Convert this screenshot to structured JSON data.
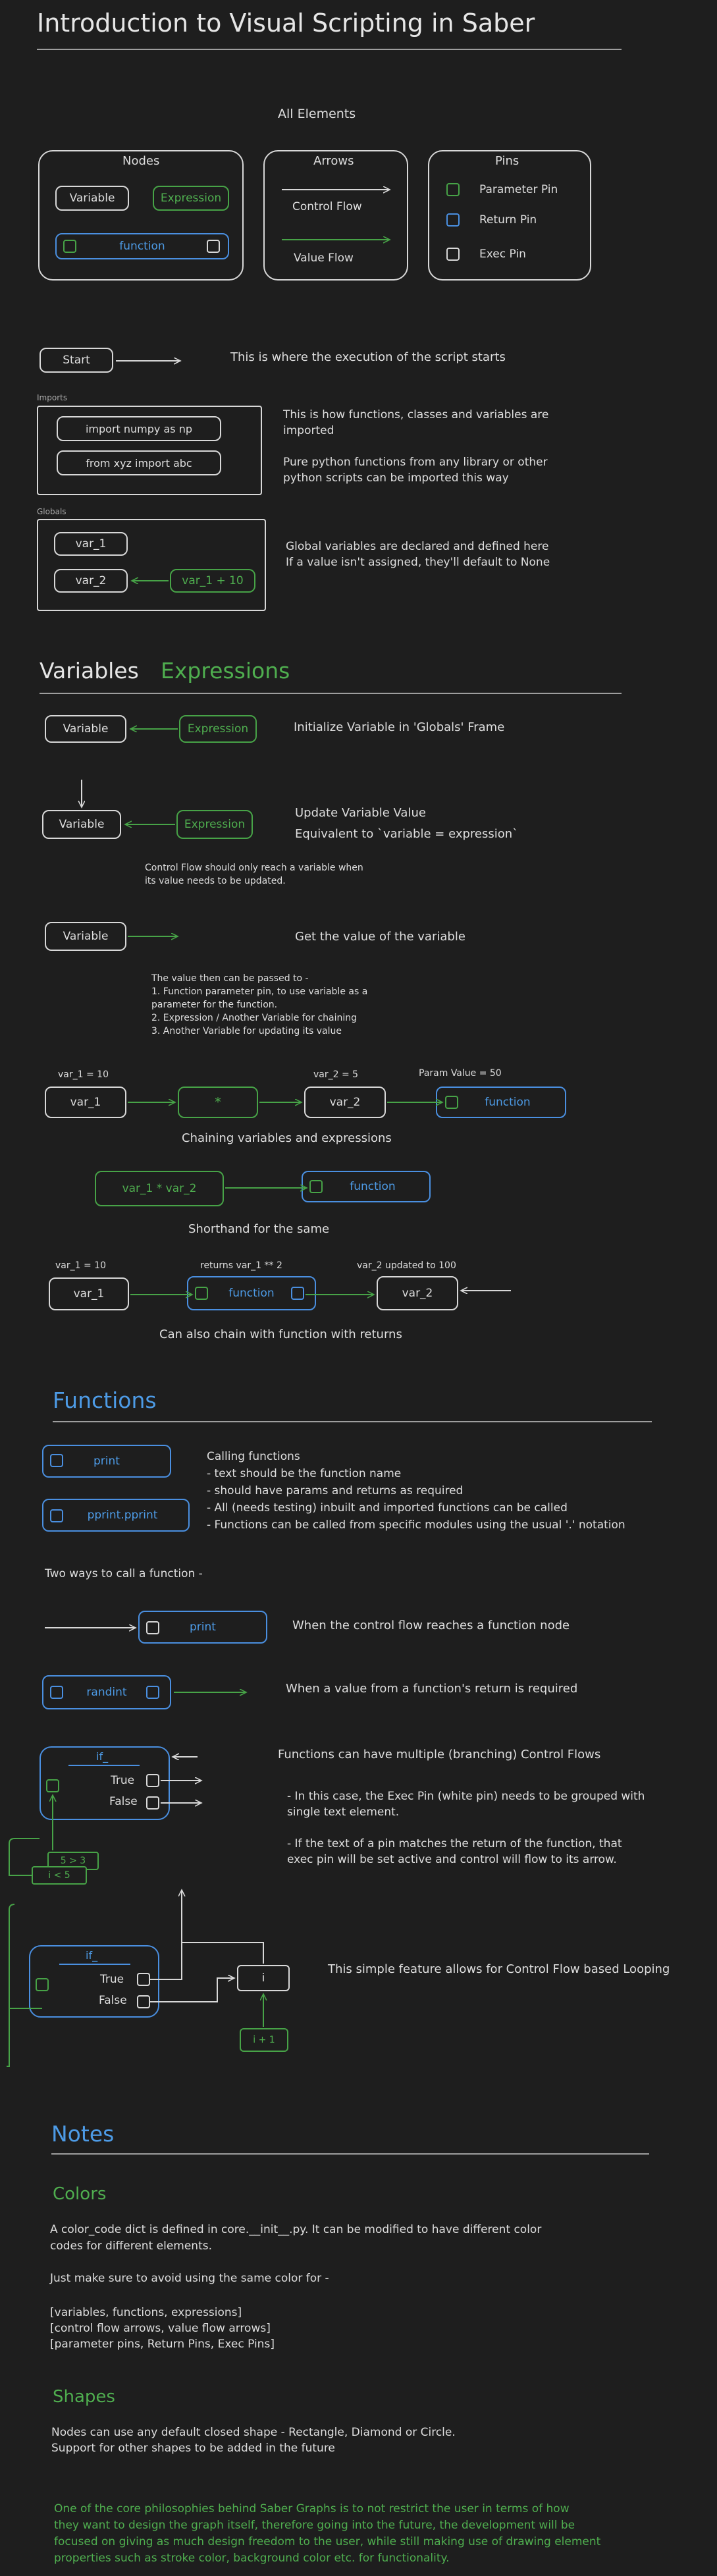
{
  "title": "Introduction to Visual Scripting in Saber",
  "all_elements": {
    "heading": "All Elements",
    "nodes_title": "Nodes",
    "variable": "Variable",
    "expression": "Expression",
    "function": "function",
    "arrows_title": "Arrows",
    "control_flow": "Control Flow",
    "value_flow": "Value Flow",
    "pins_title": "Pins",
    "parameter_pin": "Parameter Pin",
    "return_pin": "Return Pin",
    "exec_pin": "Exec Pin"
  },
  "start": {
    "label": "Start",
    "desc": "This is where the execution of the script starts"
  },
  "imports": {
    "frame_label": "Imports",
    "line1": "import numpy as np",
    "line2": "from xyz import abc",
    "desc1a": "This is how functions, classes and variables are",
    "desc1b": "imported",
    "desc2a": "Pure python functions from any library or other",
    "desc2b": "python scripts can be imported this way"
  },
  "globals": {
    "frame_label": "Globals",
    "var1": "var_1",
    "var2": "var_2",
    "expr": "var_1 + 10",
    "desc1": "Global variables are declared and defined here",
    "desc2": "If a value isn't assigned, they'll default to None"
  },
  "variables": {
    "heading_variables": "Variables",
    "heading_expressions": "Expressions",
    "variable": "Variable",
    "expression": "Expression",
    "init_desc": "Initialize Variable in 'Globals' Frame",
    "update_desc1": "Update Variable Value",
    "update_desc2": "Equivalent to `variable = expression`",
    "cf_note1": "Control Flow should only reach a variable when",
    "cf_note2": "its value needs to be updated.",
    "get_desc": "Get the value of the variable",
    "pass_1": "The value then can be passed to -",
    "pass_2": "1. Function parameter pin, to use variable as a",
    "pass_3": "parameter for the function.",
    "pass_4": "2. Expression / Another Variable for chaining",
    "pass_5": "3. Another Variable for updating its value",
    "chain_v1_label": "var_1 = 10",
    "chain_v1": "var_1",
    "chain_op": "*",
    "chain_v2_label": "var_2 = 5",
    "chain_v2": "var_2",
    "chain_param_label": "Param Value = 50",
    "chain_func": "function",
    "chain_caption": "Chaining variables and expressions",
    "short_expr": "var_1 * var_2",
    "short_func": "function",
    "short_caption": "Shorthand for the same",
    "ret_v1_label": "var_1 = 10",
    "ret_v1": "var_1",
    "ret_func_label": "returns var_1 ** 2",
    "ret_func": "function",
    "ret_v2_label": "var_2 updated to 100",
    "ret_v2": "var_2",
    "ret_caption": "Can also chain with function with returns"
  },
  "functions": {
    "heading": "Functions",
    "print": "print",
    "pprint": "pprint.pprint",
    "calling_1": "Calling functions",
    "calling_2": "- text should be the function name",
    "calling_3": "- should have params and returns as required",
    "calling_4": "- All (needs testing) inbuilt and imported functions can be called",
    "calling_5": "- Functions can be called from specific modules using the usual '.' notation",
    "two_ways": "Two ways to call a function -",
    "cf_print": "print",
    "cf_desc": "When the control flow reaches a function node",
    "randint": "randint",
    "ret_desc": "When a value from a function's return is required",
    "if_label": "if_",
    "true_label": "True",
    "false_label": "False",
    "cond1": "5 > 3",
    "cond2": "i < 5",
    "branch_desc": "Functions can have multiple (branching) Control Flows",
    "branch_b1a": "- In this case, the Exec Pin (white pin) needs to be grouped with",
    "branch_b1b": "single text element.",
    "branch_b2a": "- If the text of a pin matches the return of the function, that",
    "branch_b2b": "exec pin will be set active and control will flow to its arrow.",
    "loop_if": "if_",
    "loop_true": "True",
    "loop_false": "False",
    "loop_var": "i",
    "loop_expr": "i + 1",
    "loop_desc": "This simple feature allows for Control Flow based Looping"
  },
  "notes": {
    "heading": "Notes",
    "colors_heading": "Colors",
    "colors_p1a": "A color_code dict is defined in core.__init__.py. It can be modified to have different color",
    "colors_p1b": "codes for different elements.",
    "colors_p2": "Just make sure to avoid using the same color for -",
    "colors_l1": "[variables, functions, expressions]",
    "colors_l2": "[control flow arrows, value flow arrows]",
    "colors_l3": "[parameter pins, Return Pins, Exec Pins]",
    "shapes_heading": "Shapes",
    "shapes_p1": "Nodes can use any default closed shape - Rectangle, Diamond or Circle.",
    "shapes_p2": "Support for other shapes to be added in the future",
    "philosophy_1": "One of the core philosophies behind Saber Graphs is to not restrict the user in terms of how",
    "philosophy_2": "they want to design the graph itself, therefore going into the future, the development will be",
    "philosophy_3": "focused on giving as much design freedom to the user, while still making use of drawing element",
    "philosophy_4": "properties such as stroke color, background color etc. for functionality."
  },
  "colors": {
    "background": "#1e1e1e",
    "stroke": "#d8d8d8",
    "green": "#47a347",
    "blue": "#4a8fe0",
    "text": "#dedede"
  }
}
